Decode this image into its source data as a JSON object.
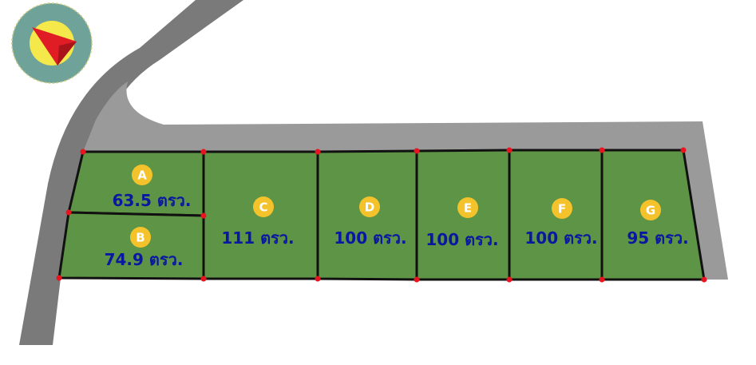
{
  "plots": [
    {
      "id": "A",
      "area": "63.5 ตรว."
    },
    {
      "id": "B",
      "area": "74.9 ตรว."
    },
    {
      "id": "C",
      "area": "111 ตรว."
    },
    {
      "id": "D",
      "area": "100 ตรว."
    },
    {
      "id": "E",
      "area": "100 ตรว."
    },
    {
      "id": "F",
      "area": "100 ตรว."
    },
    {
      "id": "G",
      "area": "95 ตรว."
    }
  ],
  "colors": {
    "plot_fill": "#5e9445",
    "road": "#7a7a7a",
    "road_light": "#9a9a9a",
    "boundary": "#111111",
    "corner_marker": "#e8141f",
    "badge": "#f4c22b",
    "area_text": "#0a17a0",
    "compass_ring": "#6fa39a",
    "compass_face": "#f5e84a",
    "compass_needle": "#e01c24"
  },
  "icons": {
    "compass": "north-arrow-icon"
  }
}
